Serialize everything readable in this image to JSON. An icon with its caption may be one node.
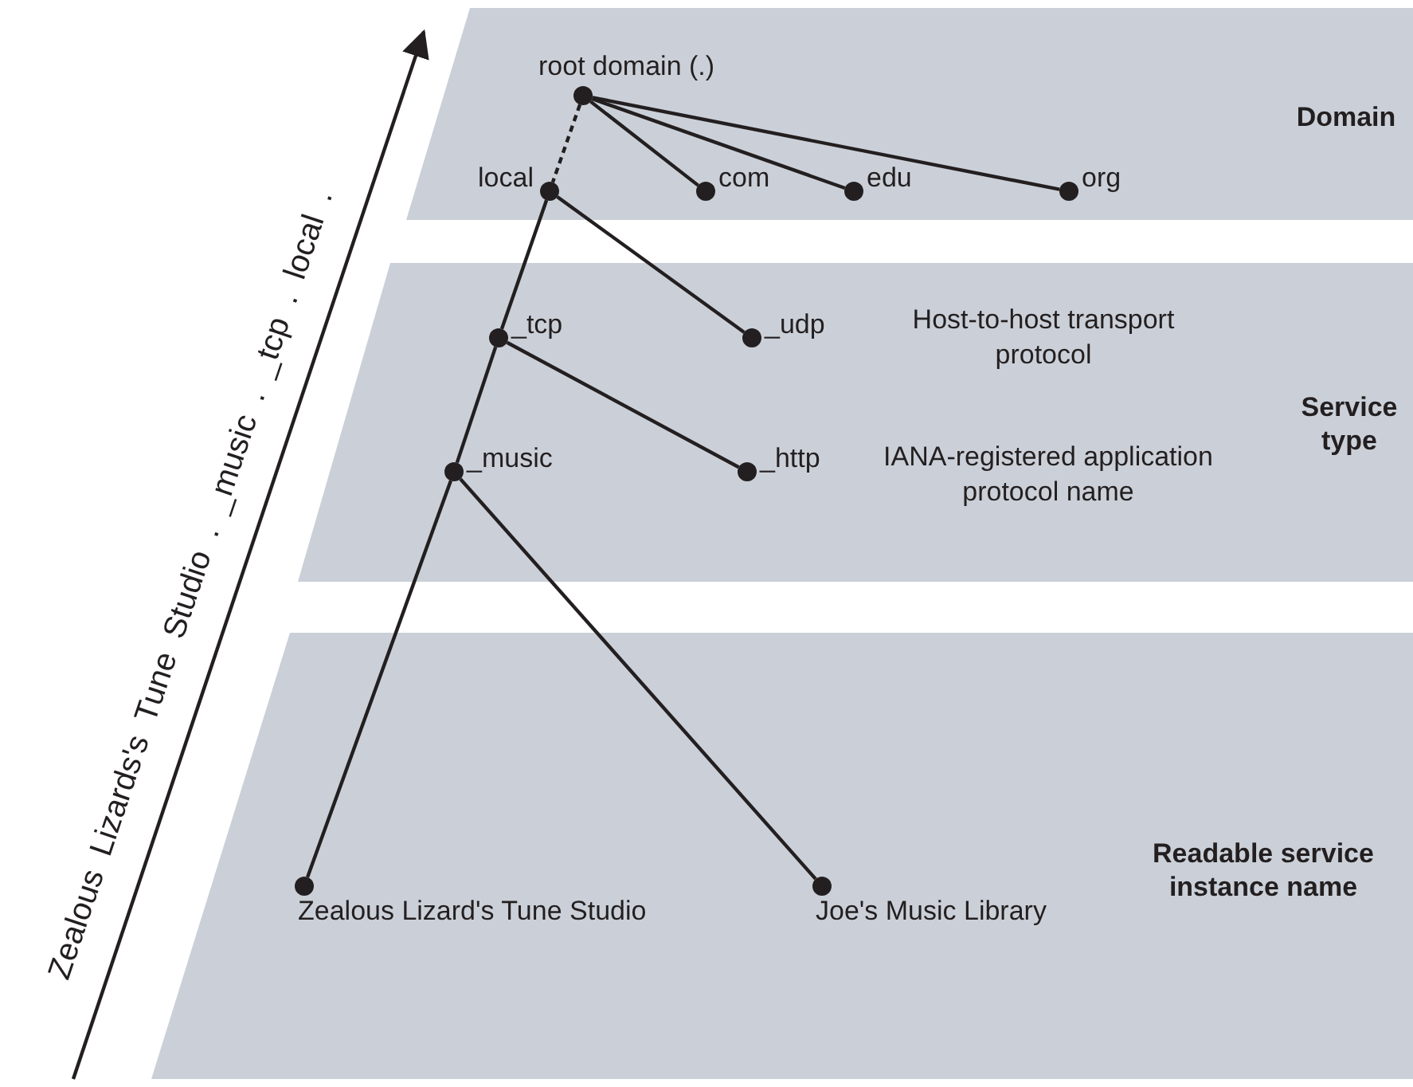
{
  "diagram": {
    "nodes": [
      {
        "text": [
          "Domain"
        ]
      },
      {
        "text": [],
        "shape": "circle",
        "in": 0,
        "beside": [
          "root domain (.)"
        ]
      },
      {
        "text": [],
        "shape": "circle",
        "in": 0,
        "beside": [
          "local"
        ]
      },
      {
        "text": [],
        "shape": "circle",
        "in": 0,
        "beside": [
          "com"
        ]
      },
      {
        "text": [],
        "shape": "circle",
        "in": 0,
        "beside": [
          "edu"
        ]
      },
      {
        "text": [],
        "shape": "circle",
        "in": 0,
        "beside": [
          "org"
        ]
      },
      {
        "text": [
          "Service type"
        ]
      },
      {
        "text": [],
        "shape": "circle",
        "in": 6,
        "beside": [
          "_tcp"
        ]
      },
      {
        "text": [],
        "shape": "circle",
        "in": 6,
        "beside": [
          "_udp"
        ]
      },
      {
        "text": [],
        "shape": "circle",
        "in": 6,
        "beside": [
          "_music"
        ]
      },
      {
        "text": [],
        "shape": "circle",
        "in": 6,
        "beside": [
          "_http"
        ]
      },
      {
        "text": [
          "Readable service instance name"
        ]
      },
      {
        "text": [],
        "shape": "circle",
        "in": 11,
        "beside": [
          "Zealous Lizard's Tune Studio"
        ]
      },
      {
        "text": [],
        "shape": "circle",
        "in": 11,
        "beside": [
          "Joe's Music Library"
        ]
      }
    ],
    "edges": [
      {
        "from": 1,
        "to": 2,
        "arrow": "none",
        "style": "dashed"
      },
      {
        "from": 1,
        "to": 3,
        "arrow": "none"
      },
      {
        "from": 1,
        "to": 4,
        "arrow": "none"
      },
      {
        "from": 1,
        "to": 5,
        "arrow": "none"
      },
      {
        "from": 2,
        "to": 7,
        "arrow": "none"
      },
      {
        "from": 2,
        "to": 8,
        "arrow": "none"
      },
      {
        "from": 7,
        "to": 9,
        "arrow": "none"
      },
      {
        "from": 7,
        "to": 10,
        "arrow": "none"
      },
      {
        "from": 9,
        "to": 12,
        "arrow": "none"
      },
      {
        "from": 9,
        "to": 13,
        "arrow": "none"
      }
    ],
    "labels": [
      "Zealous Lizards's Tune Studio . _music . _tcp . local .",
      "Host-to-host transport protocol",
      "IANA-registered application protocol name"
    ]
  }
}
